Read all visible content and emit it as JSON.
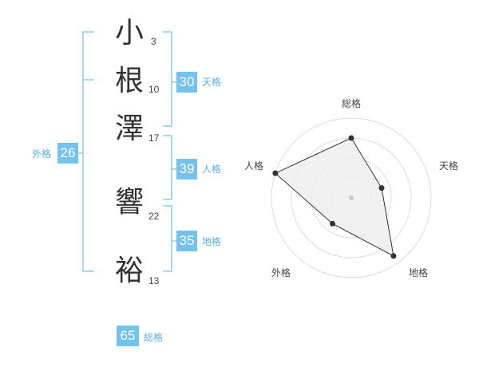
{
  "name": {
    "chars": [
      {
        "char": "小",
        "strokes": "3"
      },
      {
        "char": "根",
        "strokes": "10"
      },
      {
        "char": "澤",
        "strokes": "17"
      },
      {
        "char": "響",
        "strokes": "22"
      },
      {
        "char": "裕",
        "strokes": "13"
      }
    ]
  },
  "fortune": {
    "tenkaku": {
      "value": "30",
      "label": "天格"
    },
    "jinkaku": {
      "value": "39",
      "label": "人格"
    },
    "chikaku": {
      "value": "35",
      "label": "地格"
    },
    "gaikaku": {
      "value": "26",
      "label": "外格"
    },
    "soukaku": {
      "value": "65",
      "label": "総格"
    }
  },
  "radar": {
    "axes": [
      "総格",
      "天格",
      "地格",
      "外格",
      "人格"
    ],
    "values": [
      0.75,
      0.4,
      0.9,
      0.4,
      1.0
    ],
    "max": 1.0,
    "rings": 4
  },
  "colors": {
    "accent": "#74c2f0",
    "bracket": "#8fcdf3",
    "radar_fill": "#eeeeee",
    "radar_line": "#333333"
  }
}
